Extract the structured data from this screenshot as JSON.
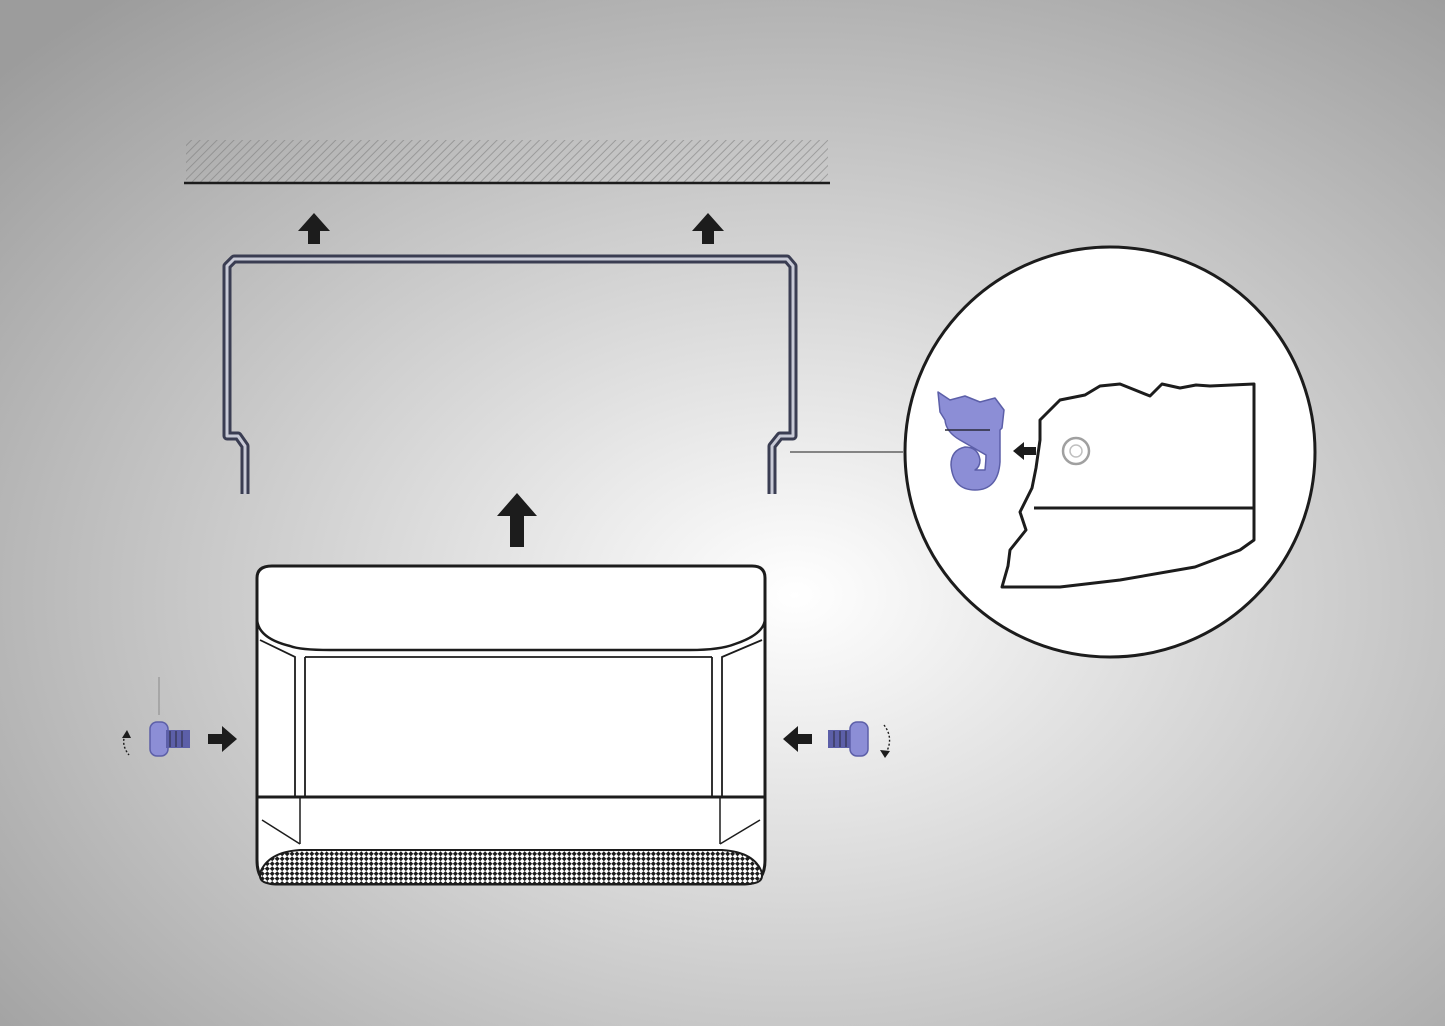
{
  "diagram": {
    "colors": {
      "background_center": "#ffffff",
      "background_edge": "#9c9c9c",
      "line": "#1c1c1c",
      "bracket_line": "#3a3d52",
      "part_fill": "#ffffff",
      "accent_blue": "#8c8ed6",
      "accent_blue_dark": "#5c5fa8",
      "ceiling_hatch": "#7a7a7a"
    },
    "parts": [
      {
        "id": "ceiling",
        "icon": "hatched-ceiling-surface"
      },
      {
        "id": "mounting-bracket",
        "icon": "u-shaped-bracket"
      },
      {
        "id": "fixture",
        "icon": "rectangular-light-fixture"
      },
      {
        "id": "left-screw",
        "icon": "thumb-screw"
      },
      {
        "id": "right-screw",
        "icon": "thumb-screw"
      },
      {
        "id": "detail-callout",
        "icon": "magnified-hook-clip-detail"
      }
    ]
  }
}
